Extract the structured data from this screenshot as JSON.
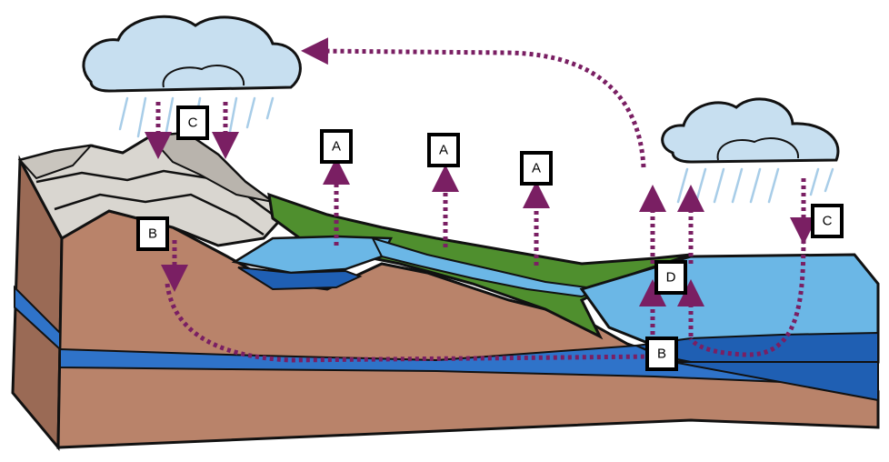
{
  "diagram": {
    "labels": {
      "evap_lake": "A",
      "evap_river": "A",
      "evap_land": "A",
      "precip_mountain": "C",
      "precip_ocean": "C",
      "infiltration": "B",
      "groundwater_outflow": "B",
      "ocean_evaporation": "D"
    },
    "colors": {
      "sky": "#ffffff",
      "soil": "#b9836a",
      "soil_dark": "#9a6a55",
      "rock_light": "#d9d6d0",
      "rock_mid": "#b9b4ad",
      "grass": "#4f8f2e",
      "water_light": "#6bb7e6",
      "water_deep": "#1f5fb3",
      "aquifer": "#2f73c9",
      "cloud": "#c7dff0",
      "rain": "#a8cde8",
      "arrow": "#7a1f63",
      "outline": "#111111"
    }
  }
}
